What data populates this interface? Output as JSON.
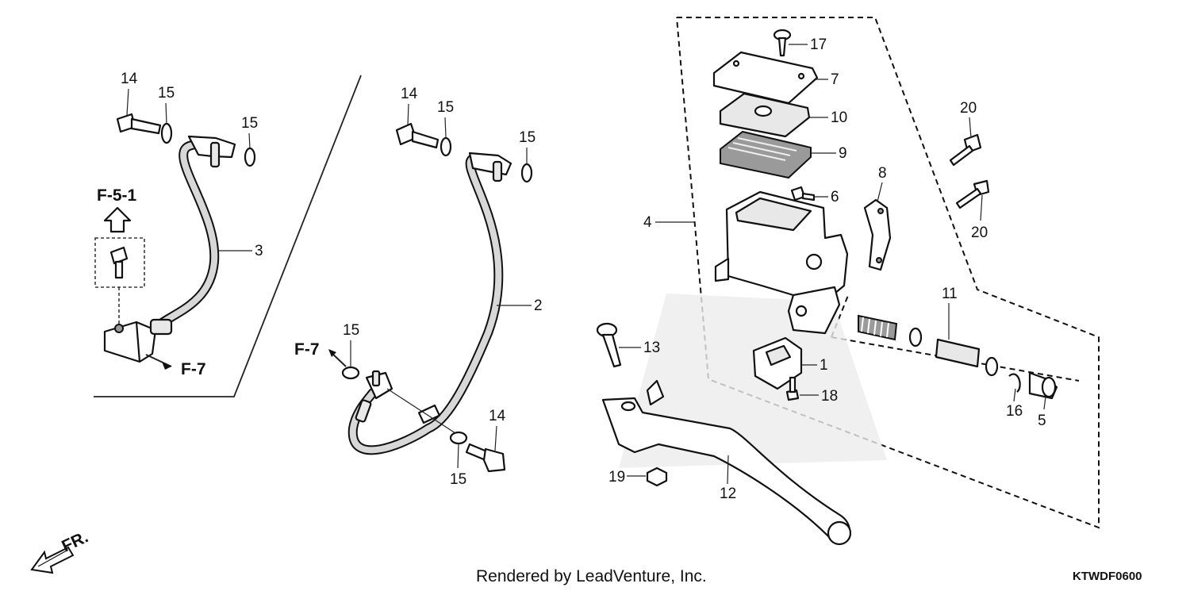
{
  "diagram": {
    "callouts": [
      {
        "id": "c1",
        "text": "1"
      },
      {
        "id": "c2",
        "text": "2"
      },
      {
        "id": "c3",
        "text": "3"
      },
      {
        "id": "c4",
        "text": "4"
      },
      {
        "id": "c5",
        "text": "5"
      },
      {
        "id": "c6",
        "text": "6"
      },
      {
        "id": "c7",
        "text": "7"
      },
      {
        "id": "c8",
        "text": "8"
      },
      {
        "id": "c9",
        "text": "9"
      },
      {
        "id": "c10",
        "text": "10"
      },
      {
        "id": "c11",
        "text": "11"
      },
      {
        "id": "c12",
        "text": "12"
      },
      {
        "id": "c13",
        "text": "13"
      },
      {
        "id": "c14a",
        "text": "14"
      },
      {
        "id": "c14b",
        "text": "14"
      },
      {
        "id": "c14c",
        "text": "14"
      },
      {
        "id": "c15a",
        "text": "15"
      },
      {
        "id": "c15b",
        "text": "15"
      },
      {
        "id": "c15c",
        "text": "15"
      },
      {
        "id": "c15d",
        "text": "15"
      },
      {
        "id": "c15e",
        "text": "15"
      },
      {
        "id": "c15f",
        "text": "15"
      },
      {
        "id": "c16",
        "text": "16"
      },
      {
        "id": "c17",
        "text": "17"
      },
      {
        "id": "c18",
        "text": "18"
      },
      {
        "id": "c19",
        "text": "19"
      },
      {
        "id": "c20a",
        "text": "20"
      },
      {
        "id": "c20b",
        "text": "20"
      }
    ],
    "references": {
      "f51": "F-5-1",
      "f7_left": "F-7",
      "f7_mid": "F-7",
      "front": "FR."
    },
    "footer": {
      "credit": "Rendered by LeadVenture, Inc.",
      "code": "KTWDF0600"
    }
  }
}
